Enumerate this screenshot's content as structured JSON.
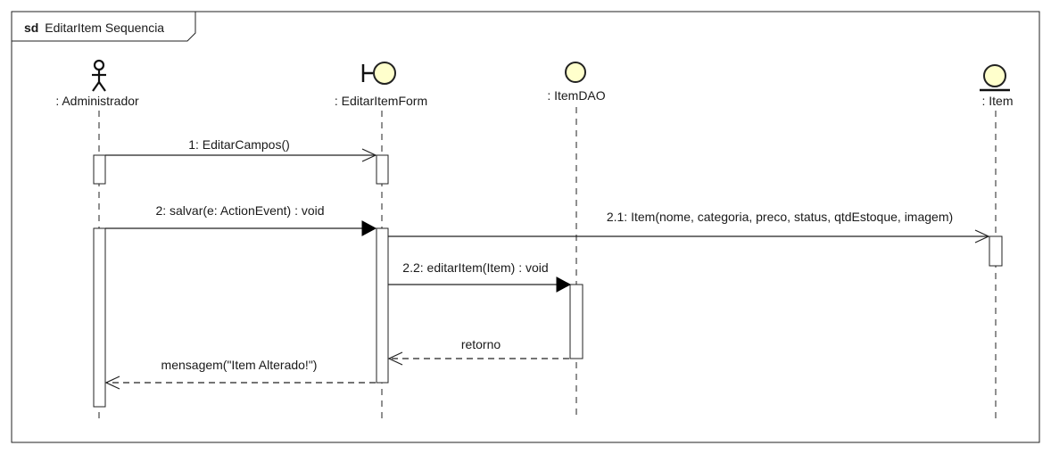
{
  "diagram": {
    "frame": {
      "keyword": "sd",
      "name": "EditarItem Sequencia"
    },
    "participants": [
      {
        "id": "administrador",
        "kind": "actor",
        "label": ": Administrador"
      },
      {
        "id": "form",
        "kind": "boundary",
        "label": ": EditarItemForm"
      },
      {
        "id": "dao",
        "kind": "control",
        "label": ": ItemDAO"
      },
      {
        "id": "item",
        "kind": "entity",
        "label": ": Item"
      }
    ],
    "messages": [
      {
        "label": "1: EditarCampos()",
        "from": "administrador",
        "to": "form",
        "style": "async"
      },
      {
        "label": "2: salvar(e: ActionEvent) : void",
        "from": "administrador",
        "to": "form",
        "style": "sync"
      },
      {
        "label": "2.1: Item(nome, categoria, preco, status, qtdEstoque, imagem)",
        "from": "form",
        "to": "item",
        "style": "async"
      },
      {
        "label": "2.2: editarItem(Item) : void",
        "from": "form",
        "to": "dao",
        "style": "sync"
      },
      {
        "label": "retorno",
        "from": "dao",
        "to": "form",
        "style": "reply"
      },
      {
        "label": "mensagem(\"Item Alterado!\")",
        "from": "form",
        "to": "administrador",
        "style": "reply"
      }
    ]
  }
}
